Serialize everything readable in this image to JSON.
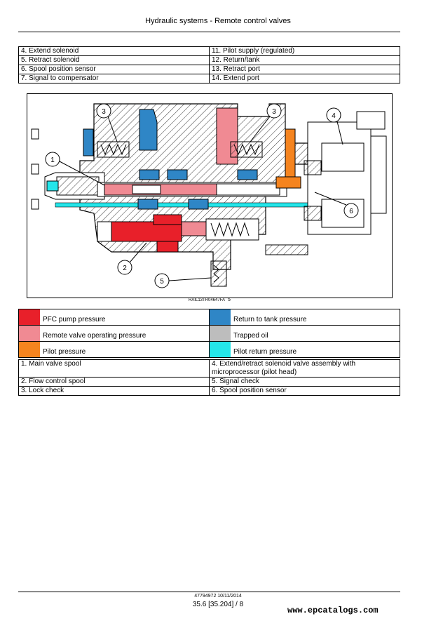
{
  "header": {
    "title": "Hydraulic systems - Remote control valves"
  },
  "top_legend": [
    [
      "4.  Extend solenoid",
      "11.  Pilot supply (regulated)"
    ],
    [
      "5.  Retract solenoid",
      "12.  Return/tank"
    ],
    [
      "6.  Spool position sensor",
      "13.  Retract port"
    ],
    [
      "7.  Signal to compensator",
      "14.  Extend port"
    ]
  ],
  "figure": {
    "callouts": [
      "1",
      "2",
      "3",
      "3",
      "4",
      "5",
      "6"
    ],
    "id": "RAIL13TR04647FA",
    "number": "5"
  },
  "color_legend": [
    {
      "label": "PFC pump pressure",
      "color": "#e8202a"
    },
    {
      "label": "Return to tank pressure",
      "color": "#2f86c6"
    },
    {
      "label": "Remote valve operating pressure",
      "color": "#f08a93"
    },
    {
      "label": "Trapped oil",
      "color": "#bdbdbd"
    },
    {
      "label": "Pilot pressure",
      "color": "#f5841f"
    },
    {
      "label": "Pilot return pressure",
      "color": "#24e6ea"
    }
  ],
  "part_legend": [
    [
      "1.  Main valve spool",
      "4.  Extend/retract solenoid valve assembly with microprocessor (pilot head)"
    ],
    [
      "2.  Flow control spool",
      "5.  Signal check"
    ],
    [
      "3.  Lock check",
      "6.  Spool position sensor"
    ]
  ],
  "footer": {
    "code": "47794972 10/11/2014",
    "page": "35.6 [35.204] / 8",
    "watermark": "www.epcatalogs.com"
  }
}
